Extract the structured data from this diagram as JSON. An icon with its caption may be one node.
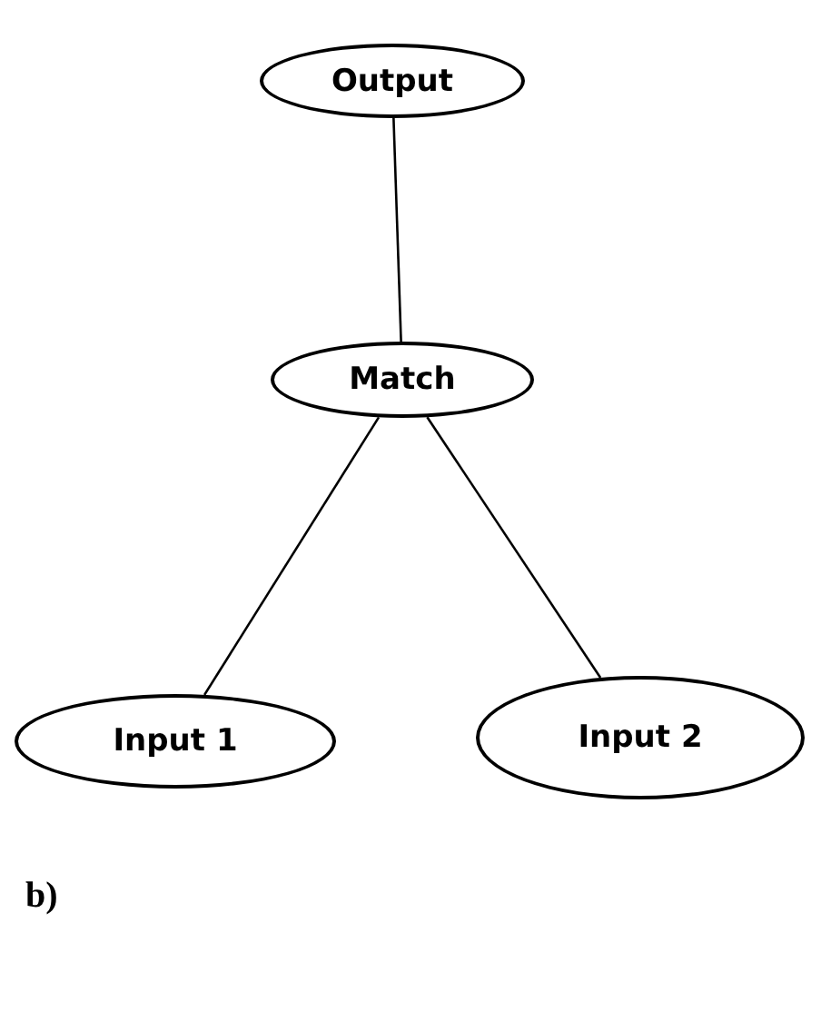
{
  "diagram": {
    "nodes": [
      {
        "text": [
          "Output"
        ]
      },
      {
        "text": [
          "Match"
        ]
      },
      {
        "text": [
          "Input 1"
        ]
      },
      {
        "text": [
          "Input 2"
        ]
      }
    ],
    "edges": [
      {
        "from": 0,
        "to": 1,
        "arrow": "none"
      },
      {
        "from": 1,
        "to": 2,
        "arrow": "none"
      },
      {
        "from": 1,
        "to": 3,
        "arrow": "none"
      }
    ],
    "labels": [
      "b)"
    ]
  }
}
